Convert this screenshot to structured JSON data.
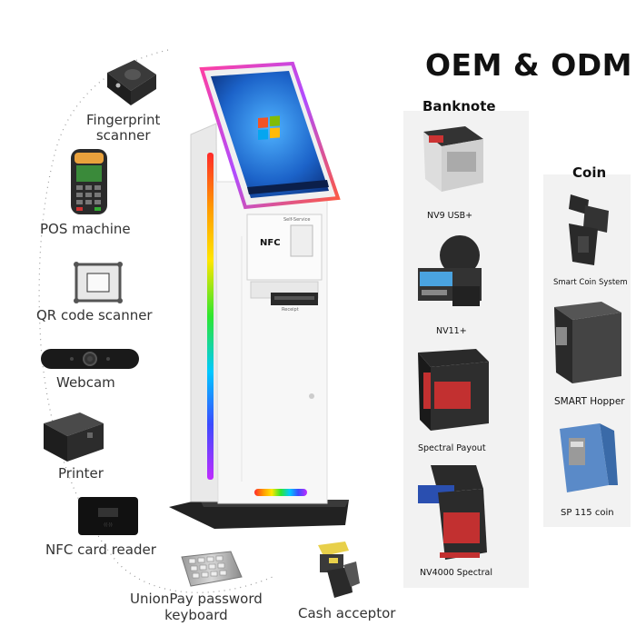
{
  "headline": "OEM & ODM",
  "peripherals": [
    {
      "label": "Fingerprint\nscanner",
      "icon": "fingerprint-scanner-icon"
    },
    {
      "label": "POS machine",
      "icon": "pos-machine-icon"
    },
    {
      "label": "QR code scanner",
      "icon": "qr-scanner-icon"
    },
    {
      "label": "Webcam",
      "icon": "webcam-icon"
    },
    {
      "label": "Printer",
      "icon": "printer-icon"
    },
    {
      "label": "NFC card reader",
      "icon": "nfc-card-reader-icon"
    },
    {
      "label": "UnionPay password\nkeyboard",
      "icon": "keypad-icon"
    },
    {
      "label": "Cash acceptor",
      "icon": "cash-acceptor-icon"
    }
  ],
  "kiosk": {
    "nfc_label": "NFC",
    "panel_label": "Self-Service",
    "slot_label": "Receipt"
  },
  "banknote": {
    "heading": "Banknote",
    "items": [
      "NV9 USB+",
      "NV11+",
      "Spectral Payout",
      "NV4000 Spectral"
    ]
  },
  "coin": {
    "heading": "Coin",
    "items": [
      "Smart Coin System",
      "SMART Hopper",
      "SP 115 coin"
    ]
  },
  "colors": {
    "rainbow": [
      "#ff2a2a",
      "#ff9a00",
      "#ffe600",
      "#2ee62e",
      "#00c8ff",
      "#3a4bff",
      "#c02cff"
    ],
    "column_bg": "#f2f2f2",
    "screen_blue": "#1c63c9"
  }
}
